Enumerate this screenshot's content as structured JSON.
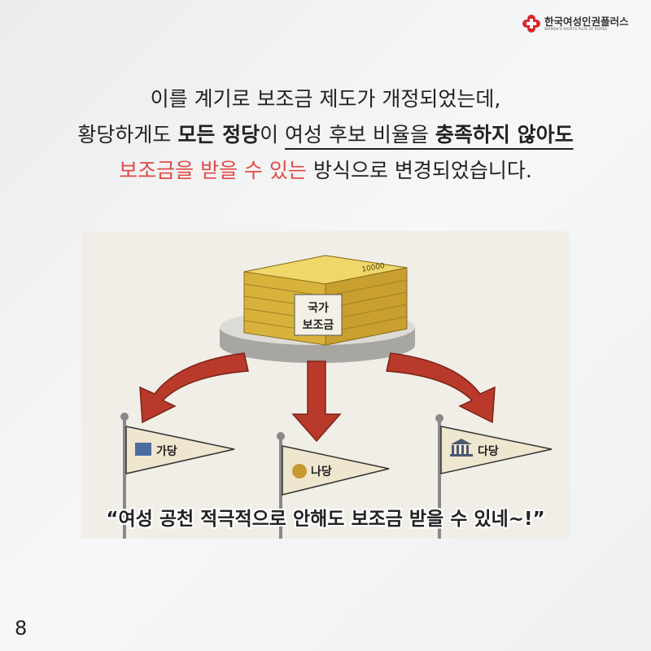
{
  "logo": {
    "name": "한국여성인권플러스",
    "subtitle": "WOMEN'S RIGHTS PLUS OF KOREA",
    "color": "#d9262c"
  },
  "lead": {
    "line1": "이를 계기로 보조금 제도가 개정되었는데,",
    "line2_a": "황당하게도 ",
    "line2_b": "모든 정당",
    "line2_c": "이 ",
    "line2_d": "여성 후보 비율을 ",
    "line2_e": "충족하지 않아도",
    "line3_red": "보조금을 받을 수 있는",
    "line3_rest": " 방식으로 변경되었습니다.",
    "accent": "#e04a48"
  },
  "illustration": {
    "pile_label": [
      "국가",
      "보조금"
    ],
    "flags": [
      {
        "label": "가당",
        "icon": "school-building-icon"
      },
      {
        "label": "나당",
        "icon": "national-emblem-icon"
      },
      {
        "label": "다당",
        "icon": "pillared-building-icon"
      }
    ],
    "banknote": "10000"
  },
  "quote": "“여성 공천 적극적으로 안해도 보조금 받을 수 있네~!”",
  "page_number": "8"
}
